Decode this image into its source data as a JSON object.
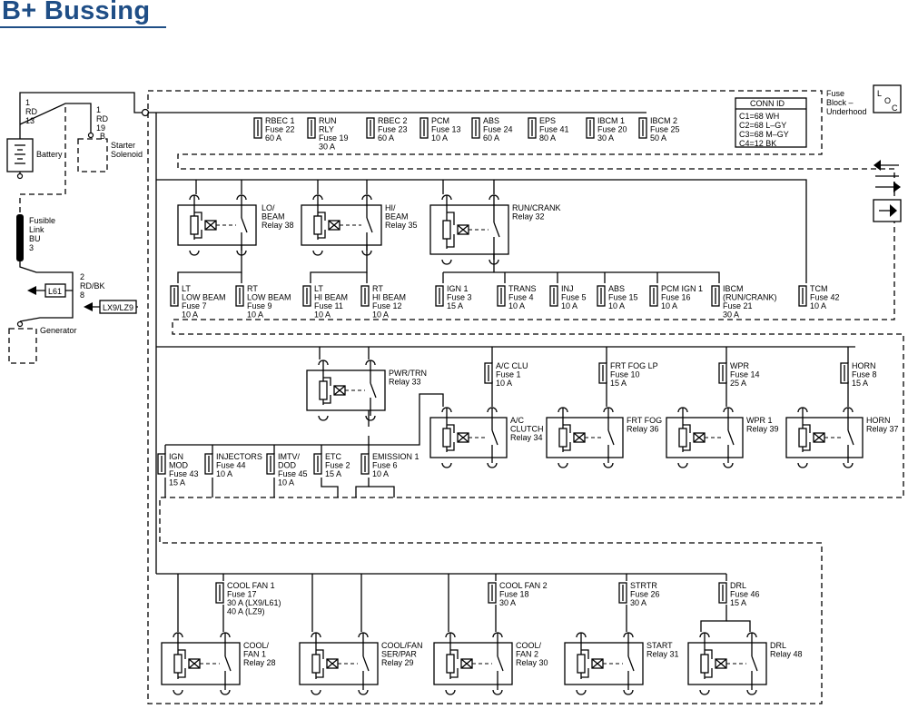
{
  "title": "B+ Bussing",
  "battery": {
    "label": "Battery",
    "wire_size": "1",
    "wire_color": "RD",
    "wire_num": "13"
  },
  "starter": {
    "label1": "Starter",
    "label2": "Solenoid",
    "wire_size": "1",
    "wire_color": "RD",
    "wire_num": "19",
    "terminal": "B"
  },
  "fusible_link": {
    "l1": "Fusible",
    "l2": "Link",
    "l3": "BU",
    "l4": "3"
  },
  "gen_wire": {
    "size": "2",
    "color": "RD/BK",
    "num": "8"
  },
  "connectors": {
    "l61": "L61",
    "lx9": "LX9/LZ9"
  },
  "generator": {
    "label": "Generator"
  },
  "fuse_block": {
    "l1": "Fuse",
    "l2": "Block –",
    "l3": "Underhood"
  },
  "conn_id": {
    "title": "CONN ID",
    "rows": [
      "C1=68 WH",
      "C2=68 L–GY",
      "C3=68 M–GY",
      "C4=12 BK"
    ]
  },
  "icons": {
    "loc_l": "L",
    "loc_o": "O",
    "loc_c": "C"
  },
  "fuses": [
    {
      "l1": "RBEC 1",
      "l2": "Fuse 22",
      "l3": "60 A"
    },
    {
      "l1": "RUN",
      "l2": "RLY",
      "l3": "Fuse 19",
      "l4": "30 A"
    },
    {
      "l1": "RBEC 2",
      "l2": "Fuse 23",
      "l3": "60 A"
    },
    {
      "l1": "PCM",
      "l2": "Fuse 13",
      "l3": "10 A"
    },
    {
      "l1": "ABS",
      "l2": "Fuse 24",
      "l3": "60 A"
    },
    {
      "l1": "EPS",
      "l2": "Fuse 41",
      "l3": "80 A"
    },
    {
      "l1": "IBCM 1",
      "l2": "Fuse 20",
      "l3": "30 A"
    },
    {
      "l1": "IBCM 2",
      "l2": "Fuse 25",
      "l3": "50 A"
    },
    {
      "l1": "LT",
      "l2": "LOW BEAM",
      "l3": "Fuse 7",
      "l4": "10 A"
    },
    {
      "l1": "RT",
      "l2": "LOW BEAM",
      "l3": "Fuse 9",
      "l4": "10 A"
    },
    {
      "l1": "LT",
      "l2": "HI BEAM",
      "l3": "Fuse 11",
      "l4": "10 A"
    },
    {
      "l1": "RT",
      "l2": "HI BEAM",
      "l3": "Fuse 12",
      "l4": "10 A"
    },
    {
      "l1": "IGN 1",
      "l2": "Fuse 3",
      "l3": "15 A"
    },
    {
      "l1": "TRANS",
      "l2": "Fuse 4",
      "l3": "10 A"
    },
    {
      "l1": "INJ",
      "l2": "Fuse 5",
      "l3": "10 A"
    },
    {
      "l1": "ABS",
      "l2": "Fuse 15",
      "l3": "10 A"
    },
    {
      "l1": "PCM IGN 1",
      "l2": "Fuse 16",
      "l3": "10 A"
    },
    {
      "l1": "IBCM",
      "l2": "(RUN/CRANK)",
      "l3": "Fuse 21",
      "l4": "30 A"
    },
    {
      "l1": "TCM",
      "l2": "Fuse 42",
      "l3": "10 A"
    },
    {
      "l1": "A/C CLU",
      "l2": "Fuse 1",
      "l3": "10 A"
    },
    {
      "l1": "FRT FOG LP",
      "l2": "Fuse 10",
      "l3": "15 A"
    },
    {
      "l1": "WPR",
      "l2": "Fuse 14",
      "l3": "25 A"
    },
    {
      "l1": "HORN",
      "l2": "Fuse 8",
      "l3": "15 A"
    },
    {
      "l1": "IGN",
      "l2": "MOD",
      "l3": "Fuse 43",
      "l4": "15 A"
    },
    {
      "l1": "INJECTORS",
      "l2": "Fuse 44",
      "l3": "10 A"
    },
    {
      "l1": "IMTV/",
      "l2": "DOD",
      "l3": "Fuse 45",
      "l4": "10 A"
    },
    {
      "l1": "ETC",
      "l2": "Fuse 2",
      "l3": "15 A"
    },
    {
      "l1": "EMISSION 1",
      "l2": "Fuse 6",
      "l3": "10 A"
    },
    {
      "l1": "COOL FAN 1",
      "l2": "Fuse 17",
      "l3": "30 A (LX9/L61)",
      "l4": "40 A (LZ9)"
    },
    {
      "l1": "COOL FAN 2",
      "l2": "Fuse 18",
      "l3": "30 A"
    },
    {
      "l1": "STRTR",
      "l2": "Fuse 26",
      "l3": "30 A"
    },
    {
      "l1": "DRL",
      "l2": "Fuse 46",
      "l3": "15 A"
    }
  ],
  "relays": [
    {
      "l1": "LO/",
      "l2": "BEAM",
      "l3": "Relay 38"
    },
    {
      "l1": "HI/",
      "l2": "BEAM",
      "l3": "Relay 35"
    },
    {
      "l1": "RUN/CRANK",
      "l2": "Relay 32"
    },
    {
      "l1": "PWR/TRN",
      "l2": "Relay 33"
    },
    {
      "l1": "A/C",
      "l2": "CLUTCH",
      "l3": "Relay 34"
    },
    {
      "l1": "FRT FOG",
      "l2": "Relay 36"
    },
    {
      "l1": "WPR 1",
      "l2": "Relay 39"
    },
    {
      "l1": "HORN",
      "l2": "Relay 37"
    },
    {
      "l1": "COOL/",
      "l2": "FAN 1",
      "l3": "Relay 28"
    },
    {
      "l1": "COOL/FAN",
      "l2": "SER/PAR",
      "l3": "Relay 29"
    },
    {
      "l1": "COOL/",
      "l2": "FAN 2",
      "l3": "Relay 30"
    },
    {
      "l1": "START",
      "l2": "Relay 31"
    },
    {
      "l1": "DRL",
      "l2": "Relay 48"
    }
  ]
}
